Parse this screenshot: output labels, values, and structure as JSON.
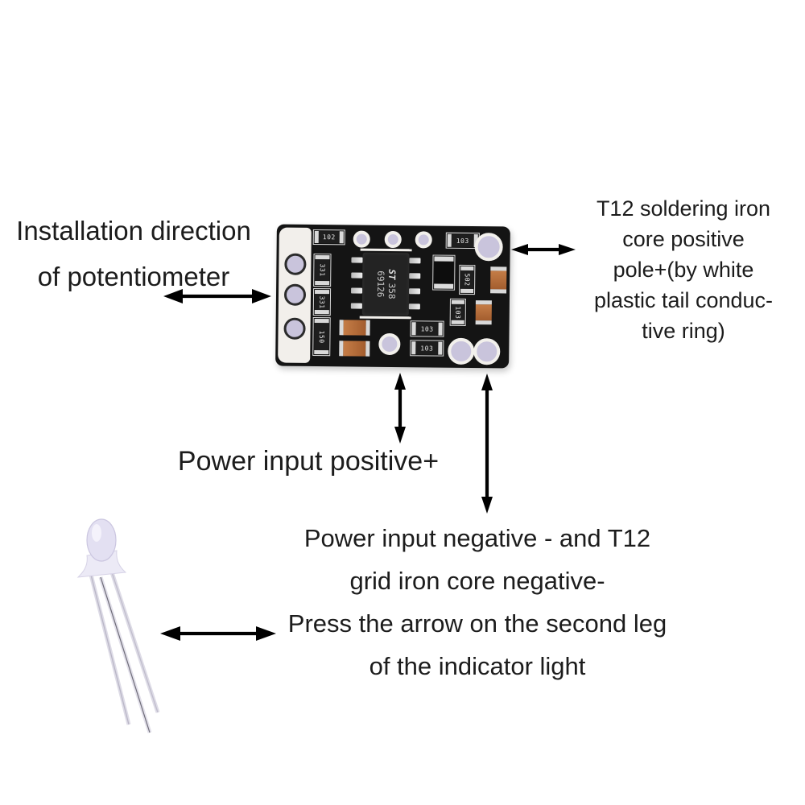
{
  "annotations": {
    "potentiometer": {
      "lines": [
        "Installation direction",
        "of potentiometer"
      ]
    },
    "t12_positive": {
      "lines": [
        "T12 soldering iron",
        "core positive",
        "pole+(by white",
        "plastic tail conduc-",
        "tive ring)"
      ]
    },
    "power_positive": {
      "text": "Power input positive+"
    },
    "power_negative": {
      "lines": [
        "Power input negative - and T12",
        "grid iron core negative-",
        "Press the arrow on the second leg",
        "of the indicator light"
      ]
    }
  },
  "pcb": {
    "chip": {
      "logo": "ST",
      "marking_line1": "358",
      "marking_line2": "69126"
    },
    "components": [
      {
        "label": "102"
      },
      {
        "label": "331"
      },
      {
        "label": "331"
      },
      {
        "label": "150"
      },
      {
        "label": "103"
      },
      {
        "label": "502"
      },
      {
        "label": "103"
      },
      {
        "label": "103"
      },
      {
        "label": "103"
      }
    ]
  },
  "colors": {
    "background": "#ffffff",
    "text": "#1c1c1c",
    "arrow": "#000000",
    "board": "#141414",
    "pad_silkscreen": "#f2f0ec",
    "hole": "#c9c4dc",
    "capacitor": "#b4703e"
  }
}
